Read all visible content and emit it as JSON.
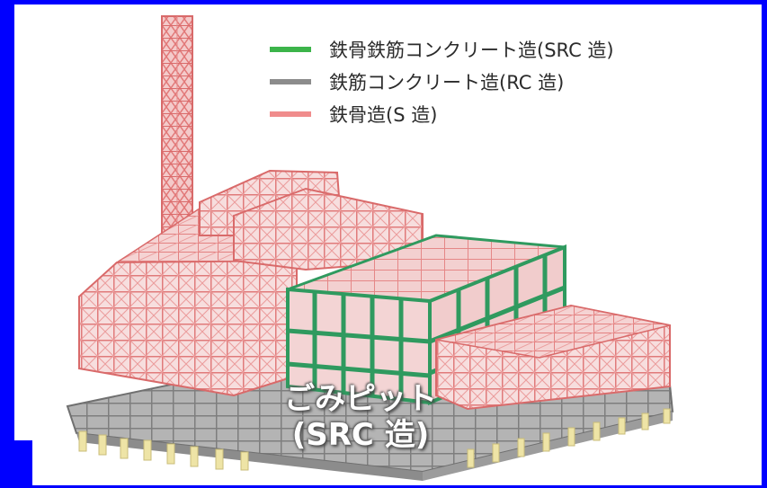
{
  "colors": {
    "frame": "#0000ff",
    "src_green": "#2f9a5f",
    "rc_gray": "#8a8a8a",
    "steel_pink": "#ec8f8f",
    "pile_yellow": "#eee4a6"
  },
  "legend": {
    "items": [
      {
        "label": "鉄骨鉄筋コンクリート造(SRC 造)",
        "color": "#3cb44a",
        "key": "src"
      },
      {
        "label": "鉄筋コンクリート造(RC 造)",
        "color": "#8c8c8c",
        "key": "rc"
      },
      {
        "label": "鉄骨造(S 造)",
        "color": "#f08c8c",
        "key": "s"
      }
    ]
  },
  "callout": {
    "line1": "ごみピット",
    "line2": "(SRC 造)"
  }
}
